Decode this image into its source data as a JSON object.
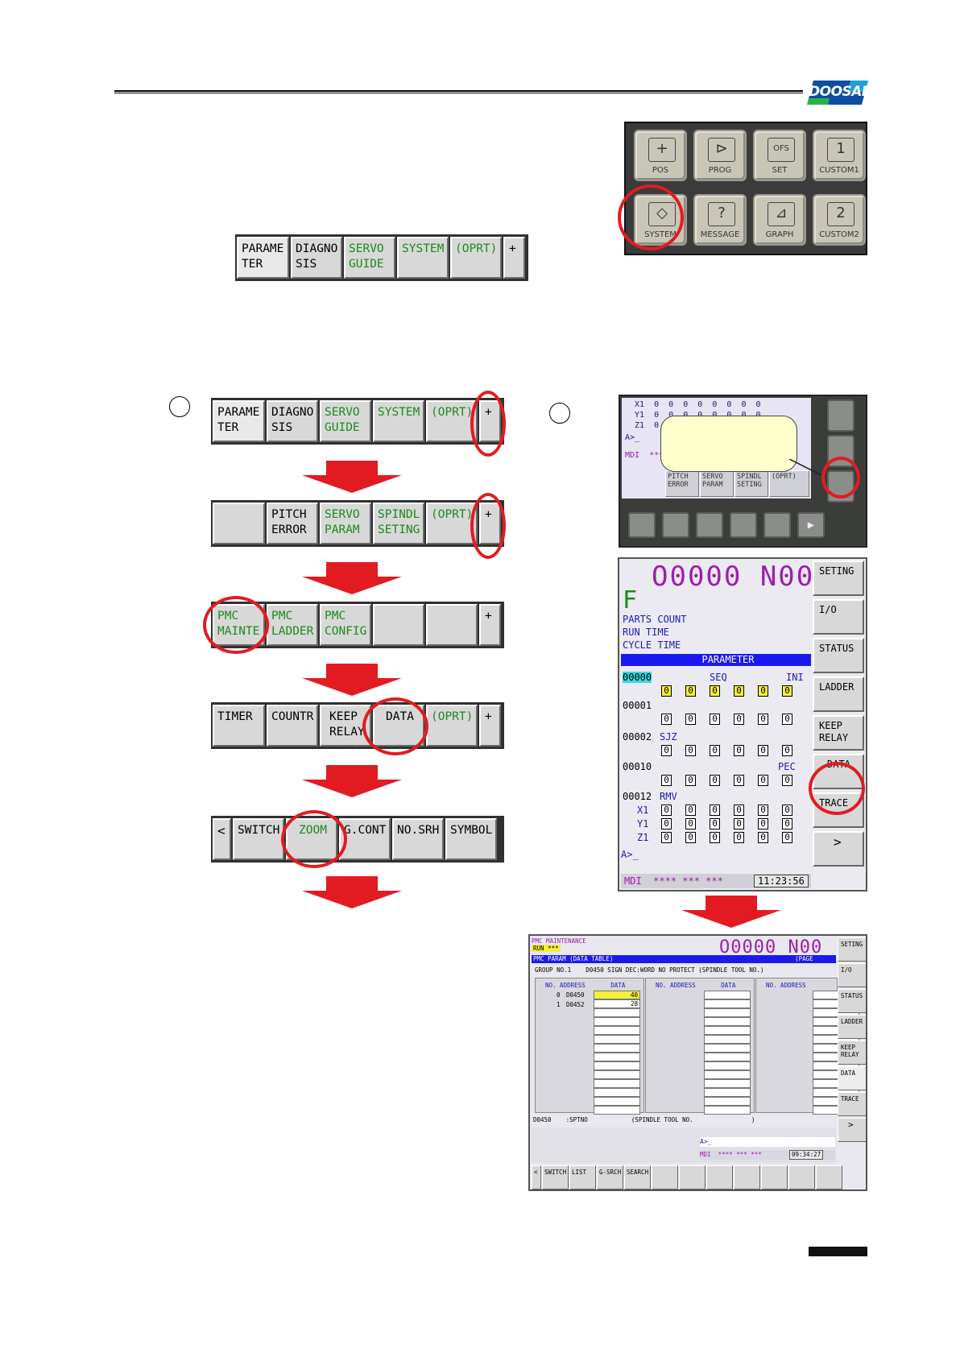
{
  "brand": {
    "logo": "DOOSAN"
  },
  "panel_keys": [
    {
      "label": "POS",
      "glyph": "+"
    },
    {
      "label": "PROG",
      "glyph": "⊳"
    },
    {
      "label": "SET",
      "glyph": "OFS"
    },
    {
      "label": "CUSTOM1",
      "glyph": "1"
    },
    {
      "label": "SYSTEM",
      "glyph": "◇"
    },
    {
      "label": "MESSAGE",
      "glyph": "?"
    },
    {
      "label": "GRAPH",
      "glyph": "⊿"
    },
    {
      "label": "CUSTOM2",
      "glyph": "2"
    }
  ],
  "bars": {
    "top": [
      "PARAME\nTER",
      "DIAGNO\nSIS",
      "SERVO\nGUIDE",
      "SYSTEM",
      "(OPRT)",
      "+"
    ],
    "step1": [
      "PARAME\nTER",
      "DIAGNO\nSIS",
      "SERVO\nGUIDE",
      "SYSTEM",
      "(OPRT)",
      "+"
    ],
    "step2": [
      "",
      "PITCH\nERROR",
      "SERVO\nPARAM",
      "SPINDL\nSETING",
      "(OPRT)",
      "+"
    ],
    "step3": [
      "PMC\nMAINTE",
      "PMC\nLADDER",
      "PMC\nCONFIG",
      "",
      "",
      "+"
    ],
    "step4": [
      "TIMER",
      "COUNTR",
      "KEEP\nRELAY",
      "DATA",
      "(OPRT)",
      "+"
    ],
    "step5": [
      "<",
      "SWITCH",
      "ZOOM",
      "G.CONT",
      "NO.SRH",
      "SYMBOL"
    ]
  },
  "bezel": {
    "rows": [
      "X1  0  0  0  0  0  0  0  0",
      "Y1  0  0  0  0  0  0  0  0",
      "Z1  0  0  0  0  0  0  0  0"
    ],
    "prompt": "A>_",
    "mdi": "MDI  ****",
    "softkeys": [
      "PITCH\nERROR",
      "SERVO\nPARAM",
      "SPINDL\nSETING",
      "(OPRT)"
    ],
    "play_glyph": "▶"
  },
  "crt1": {
    "title": "O0000 N00",
    "f": "F",
    "labels": [
      "PARTS COUNT",
      "RUN TIME",
      "CYCLE TIME"
    ],
    "param_head": "PARAMETER",
    "params": [
      {
        "no": "00000",
        "name": "SEQ",
        "name2": "INI",
        "yellow": true
      },
      {
        "no": "00001",
        "name": "",
        "name2": "",
        "yellow": false
      },
      {
        "no": "00002",
        "name": "SJZ",
        "name2": "",
        "yellow": false
      },
      {
        "no": "00010",
        "name": "",
        "name2": "PEC",
        "yellow": false
      }
    ],
    "p12": {
      "no": "00012",
      "name": "RMV",
      "rows": [
        "X1",
        "Y1",
        "Z1"
      ]
    },
    "cell_value": "0",
    "side": [
      "SETING",
      "I/O",
      "STATUS",
      "LADDER",
      "KEEP\nRELAY",
      "DATA",
      "TRACE",
      ">"
    ],
    "prompt": "A>_",
    "status": "MDI  **** *** ***",
    "time": "11:23:56"
  },
  "crt2": {
    "t1": "PMC MAINTENANCE",
    "run": "RUN ***",
    "big": "O0000 N00",
    "bluebar": "PMC PARAM (DATA TABLE)                                                  (PAGE",
    "group": "GROUP NO.1    D0450 SIGN DEC:WORD NO PROTECT (SPINDLE TOOL NO.)",
    "col_head": "NO. ADDRESS       DATA",
    "col_head3": "NO. ADDRESS",
    "rows": [
      {
        "no": "0",
        "addr": "D0450",
        "data": "40"
      },
      {
        "no": "1",
        "addr": "D0452",
        "data": "28"
      }
    ],
    "foot": "D0450    :SPTNO            (SPINDLE TOOL NO.                )",
    "prompt": "A>_",
    "mdi": "MDI  **** *** ***",
    "time": "09:34:27",
    "side": [
      "SETING",
      "I/O",
      "STATUS",
      "LADDER",
      "KEEP\nRELAY",
      "DATA",
      "TRACE",
      ">"
    ],
    "bottom": [
      "<",
      "SWITCH",
      "LIST",
      "G-SRCH",
      "SEARCH",
      "",
      "",
      "",
      "",
      "",
      "",
      ""
    ]
  }
}
